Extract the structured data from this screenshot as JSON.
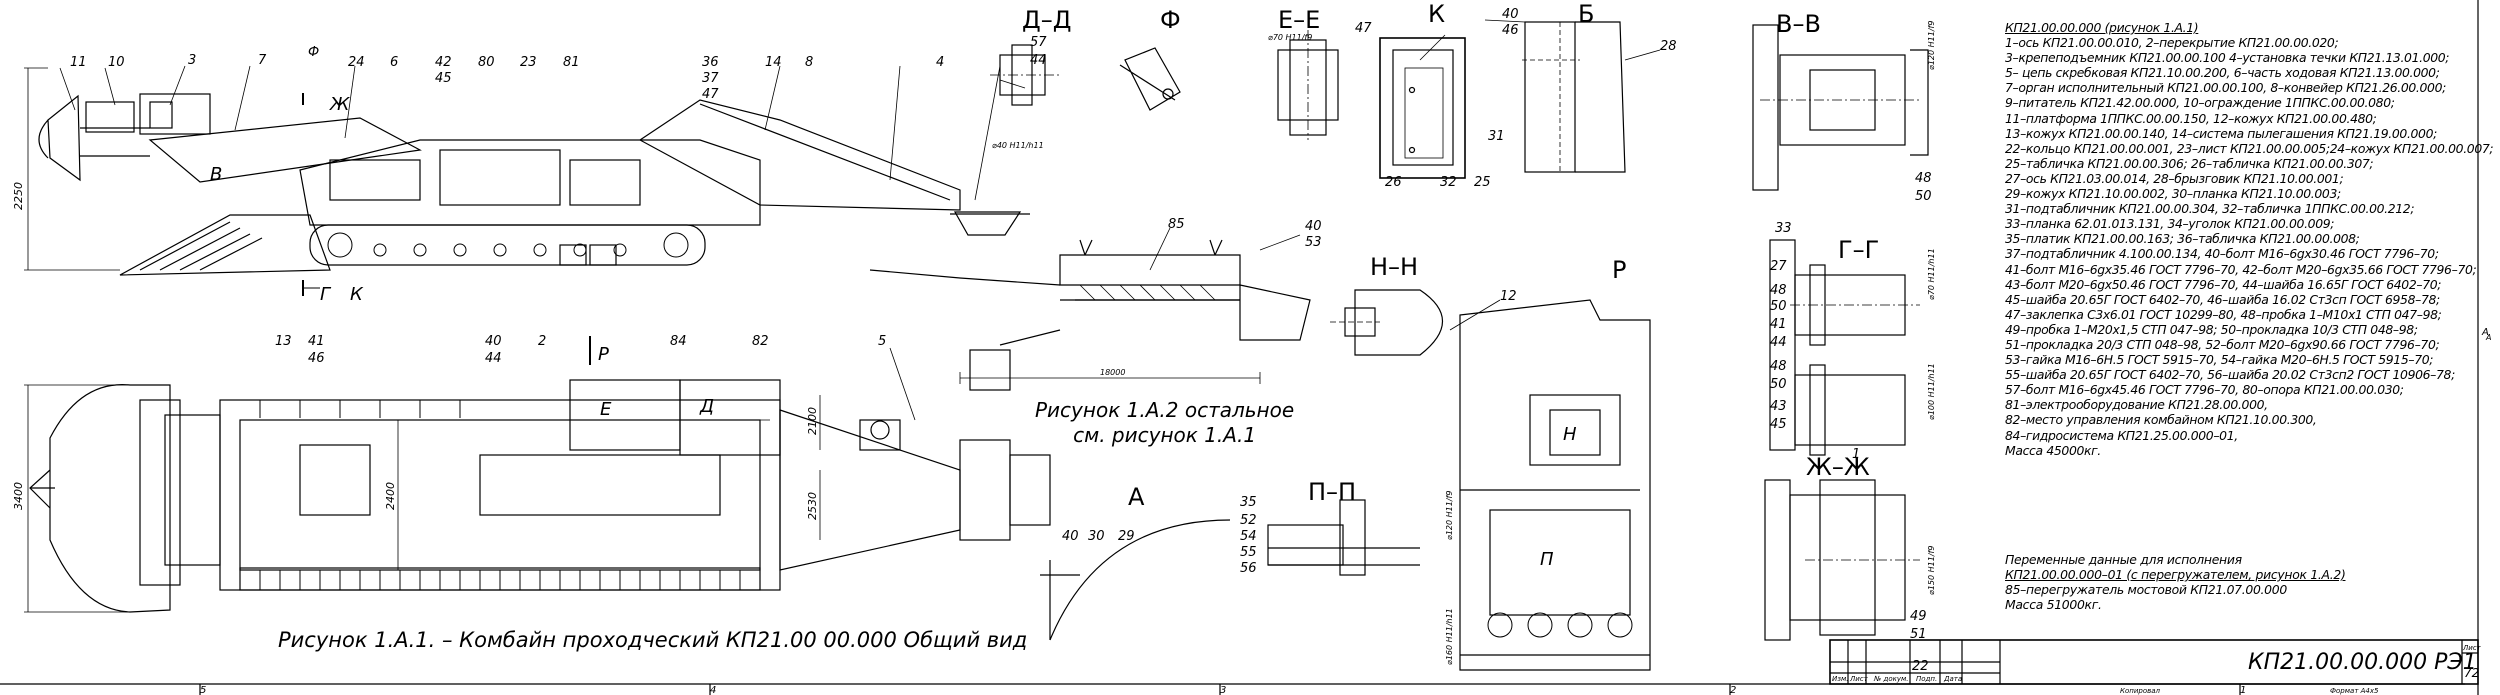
{
  "captions": {
    "fig1": "Рисунок 1.А.1. – Комбайн проходческий КП21.00 00.000  Общий вид",
    "fig2_line1": "Рисунок  1.А.2 остальное",
    "fig2_line2": "см. рисунок 1.А.1"
  },
  "section_labels": {
    "dd": "Д–Д",
    "f": "Ф",
    "ee": "Е–Е",
    "k": "К",
    "b": "Б",
    "vv": "В–В",
    "hh": "Н–Н",
    "gg": "Г–Г",
    "r": "Р",
    "pp": "П–П",
    "a": "А",
    "zhzh": "Ж–Ж"
  },
  "view_markers": {
    "v": "В",
    "zh": "Ж",
    "g": "Г",
    "k": "К",
    "e": "Е",
    "d": "Д",
    "r": "Р",
    "p": "П",
    "n": "Н",
    "a_right": "А"
  },
  "dimensions": {
    "h2250": "2250",
    "h3400": "3400",
    "h2400": "2400",
    "h2100": "2100",
    "h2530": "2530",
    "w18000": "18000",
    "fit_40": "⌀40 Н11/h11",
    "fit_70": "⌀70 Н11/f9",
    "fit_120": "⌀120 Н11/f9",
    "fit_70b": "⌀70 Н11/h11",
    "fit_100": "⌀100 Н11/h11",
    "fit_120b": "⌀120 Н11/f9",
    "fit_150": "⌀150 Н11/f9",
    "fit_160": "⌀160 Н11/h11"
  },
  "callouts": {
    "c11": "11",
    "c10": "10",
    "c3": "3",
    "c7": "7",
    "cF": "Ф",
    "c24": "24",
    "c6": "6",
    "c42": "42",
    "c45": "45",
    "c80": "80",
    "c23": "23",
    "c81": "81",
    "c36": "36",
    "c37": "37",
    "c47": "47",
    "c14": "14",
    "c8": "8",
    "c4": "4",
    "c13": "13",
    "c41": "41",
    "c46": "46",
    "c40": "40",
    "c44": "44",
    "c2": "2",
    "c84": "84",
    "c82": "82",
    "c5": "5",
    "c57": "57",
    "c44b": "44",
    "c47k": "47",
    "c26": "26",
    "c32": "32",
    "c25": "25",
    "c31": "31",
    "c40b": "40",
    "c46b": "46",
    "c28": "28",
    "c48": "48",
    "c50": "50",
    "c85": "85",
    "c40h": "40",
    "c53": "53",
    "c12": "12",
    "c33": "33",
    "c27": "27",
    "c48g": "48",
    "c50g": "50",
    "c41g": "41",
    "c44g": "44",
    "c48g2": "48",
    "c50g2": "50",
    "c43": "43",
    "c45g": "45",
    "c1": "1",
    "c49": "49",
    "c51": "51",
    "c22": "22",
    "c35": "35",
    "c52": "52",
    "c54": "54",
    "c55": "55",
    "c56": "56",
    "c40a": "40",
    "c30": "30",
    "c29": "29"
  },
  "parts_list": {
    "heading": "КП21.00.00.000 (рисунок 1.А.1)",
    "lines": [
      "1–ось КП21.00.00.010,  2–перекрытие КП21.00.00.020;",
      "3–крепеподъемник КП21.00.00.100 4–установка течки КП21.13.01.000;",
      "5– цепь скребковая КП21.10.00.200,  6–часть ходовая КП21.13.00.000;",
      "7–орган исполнительный КП21.00.00.100,  8–конвейер КП21.26.00.000;",
      "9–питатель КП21.42.00.000,  10–ограждение 1ППКС.00.00.080;",
      "11–платформа 1ППКС.00.00.150,  12–кожух КП21.00.00.480;",
      "13–кожух КП21.00.00.140,  14–система пылегашения КП21.19.00.000;",
      "22–кольцо КП21.00.00.001,  23–лист КП21.00.00.005;24–кожух КП21.00.00.007;",
      "25–табличка КП21.00.00.306;  26–табличка КП21.00.00.307;",
      "27–ось КП21.03.00.014,  28–брызговик КП21.10.00.001;",
      "29–кожух КП21.10.00.002,  30–планка КП21.10.00.003;",
      "31–подтабличник КП21.00.00.304,  32–табличка 1ППКС.00.00.212;",
      "33–планка 62.01.013.131,  34–уголок КП21.00.00.009;",
      "35–платик КП21.00.00.163;  36–табличка КП21.00.00.008;",
      "37–подтабличник 4.100.00.134,  40–болт М16–6gх30.46 ГОСТ 7796–70;",
      "41–болт М16–6gх35.46 ГОСТ 7796–70,  42–болт М20–6gх35.66 ГОСТ 7796–70;",
      "43–болт М20–6gх50.46 ГОСТ 7796–70,  44–шайба 16.65Г ГОСТ 6402–70;",
      "45–шайба 20.65Г ГОСТ 6402–70,  46–шайба 16.02 Ст3сп ГОСТ 6958–78;",
      "47–заклепка С3х6.01 ГОСТ 10299–80,  48–пробка 1–М10х1 СТП 047–98;",
      "49–пробка 1–М20х1,5 СТП 047–98;  50–прокладка 10/3 СТП 048–98;",
      "51–прокладка 20/3 СТП 048–98,  52–болт М20–6gх90.66 ГОСТ 7796–70;",
      "53–гайка М16–6Н.5 ГОСТ 5915–70,  54–гайка М20–6Н.5 ГОСТ 5915–70;",
      "55–шайба 20.65Г ГОСТ 6402–70,  56–шайба 20.02 Ст3сп2 ГОСТ 10906–78;",
      "57–болт М16–6gх45.46 ГОСТ 7796–70,  80–опора КП21.00.00.030;",
      "81–электрооборудование КП21.28.00.000,",
      "82–место управления комбайном КП21.10.00.300,",
      "84–гидросистема КП21.25.00.000–01,",
      "  Масса 45000кг."
    ]
  },
  "variable_data": {
    "heading": "Переменные данные для исполнения",
    "line1": "КП21.00.00.000–01 (с перегружателем, рисунок 1.А.2)",
    "line2": "85–перегружатель мостовой КП21.07.00.000",
    "line3": "Масса 51000кг."
  },
  "title_block": {
    "doc_number": "КП21.00.00.000 РЭ1",
    "col_izm": "Изм.",
    "col_list": "Лист",
    "col_ndoc": "№ докум.",
    "col_podp": "Подп.",
    "col_data": "Дата",
    "copied": "Копировал",
    "format": "Формат      А4х5",
    "sheet_label": "Лист",
    "sheet_no": "72"
  },
  "zones": {
    "z5": "5",
    "z4": "4",
    "z3": "3",
    "z2": "2",
    "z1": "1",
    "za": "А"
  }
}
